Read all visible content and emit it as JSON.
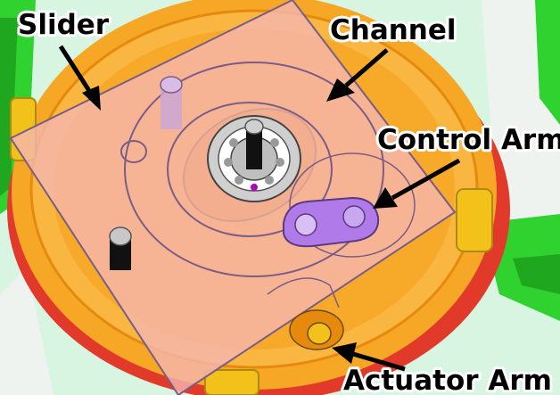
{
  "diagram": {
    "labels": {
      "slider": "Slider",
      "channel": "Channel",
      "control_arm": "Control Arm",
      "actuator_arm": "Actuator Arm"
    },
    "colors": {
      "background": "#d8f5e2",
      "housing": "#f7a726",
      "housing_dark": "#e58a0c",
      "base_red": "#e23a2a",
      "green_link": "#2fd22f",
      "yellow_bearing": "#f2c21b",
      "slider_plate": "#f5b6b0",
      "plate_edge": "#7a5d86",
      "control_arm": "#b07be8",
      "arrow": "#000000"
    }
  }
}
